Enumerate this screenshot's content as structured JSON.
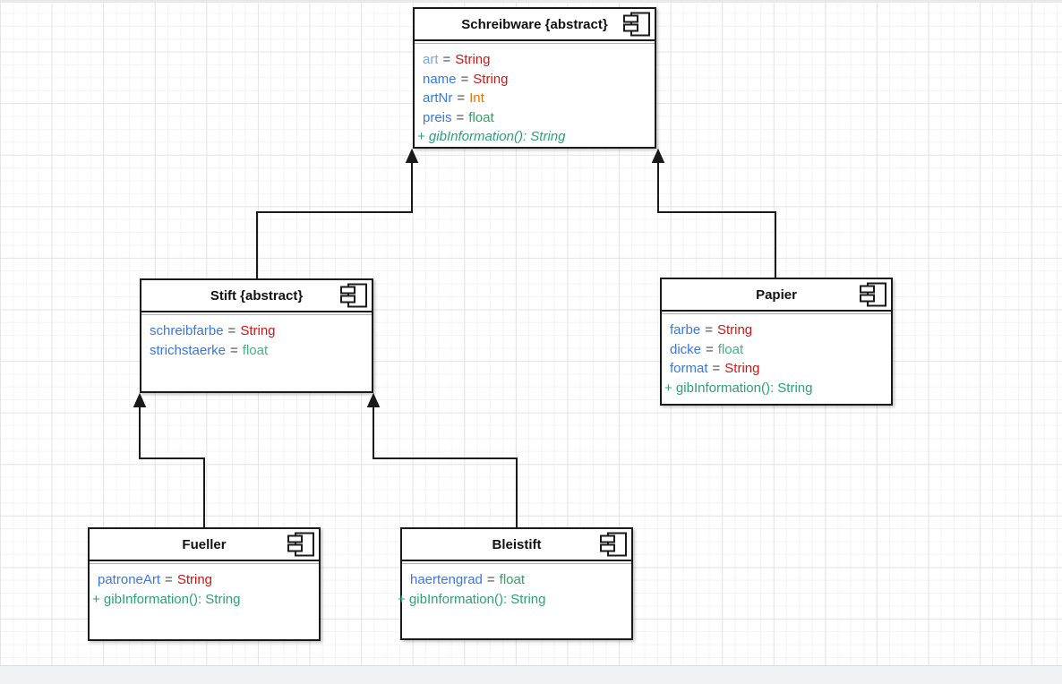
{
  "palette": {
    "attr_blue": "#3B76E1",
    "attr_blue_light": "#7EA6E0",
    "type_red": "#CC1716",
    "type_orange": "#E8710A",
    "type_green": "#2EA35F",
    "type_green_light": "#47B183",
    "method_green": "#2AA17C",
    "equals_gray": "#4D4D4D",
    "line_black": "#1A1A1A"
  },
  "syntax": {
    "equals": "="
  },
  "classes": [
    {
      "title": "Schreibware {abstract}",
      "members": [
        {
          "kind": "attribute",
          "name": "art",
          "name_color": "attr_blue_light",
          "type": "String",
          "type_color": "type_red"
        },
        {
          "kind": "attribute",
          "name": "name",
          "name_color": "attr_blue",
          "type": "String",
          "type_color": "type_red"
        },
        {
          "kind": "attribute",
          "name": "artNr",
          "name_color": "attr_blue",
          "type": "Int",
          "type_color": "type_orange"
        },
        {
          "kind": "attribute",
          "name": "preis",
          "name_color": "attr_blue",
          "type": "float",
          "type_color": "type_green"
        },
        {
          "kind": "method",
          "text": "+ gibInformation(): String",
          "color": "method_green",
          "italic": true
        }
      ]
    },
    {
      "title": "Stift {abstract}",
      "members": [
        {
          "kind": "attribute",
          "name": "schreibfarbe",
          "name_color": "attr_blue",
          "type": "String",
          "type_color": "type_red"
        },
        {
          "kind": "attribute",
          "name": "strichstaerke",
          "name_color": "attr_blue",
          "type": "float",
          "type_color": "type_green_light"
        }
      ]
    },
    {
      "title": "Papier",
      "members": [
        {
          "kind": "attribute",
          "name": "farbe",
          "name_color": "attr_blue",
          "type": "String",
          "type_color": "type_red"
        },
        {
          "kind": "attribute",
          "name": "dicke",
          "name_color": "attr_blue",
          "type": "float",
          "type_color": "type_green_light"
        },
        {
          "kind": "attribute",
          "name": "format",
          "name_color": "attr_blue",
          "type": "String",
          "type_color": "type_red"
        },
        {
          "kind": "method",
          "text": "+ gibInformation(): String",
          "color": "method_green",
          "italic": false
        }
      ]
    },
    {
      "title": "Fueller",
      "members": [
        {
          "kind": "attribute",
          "name": "patroneArt",
          "name_color": "attr_blue",
          "type": "String",
          "type_color": "type_red"
        },
        {
          "kind": "method",
          "text": "+ gibInformation(): String",
          "color": "method_green",
          "italic": false
        }
      ]
    },
    {
      "title": "Bleistift",
      "members": [
        {
          "kind": "attribute",
          "name": "haertengrad",
          "name_color": "attr_blue",
          "type": "float",
          "type_color": "type_green"
        },
        {
          "kind": "method",
          "text": "+ gibInformation(): String",
          "color": "method_green",
          "italic": false
        }
      ]
    }
  ],
  "relations": [
    {
      "from": "Stift",
      "to": "Schreibware",
      "type": "inheritance"
    },
    {
      "from": "Papier",
      "to": "Schreibware",
      "type": "inheritance"
    },
    {
      "from": "Fueller",
      "to": "Stift",
      "type": "inheritance"
    },
    {
      "from": "Bleistift",
      "to": "Stift",
      "type": "inheritance"
    }
  ]
}
